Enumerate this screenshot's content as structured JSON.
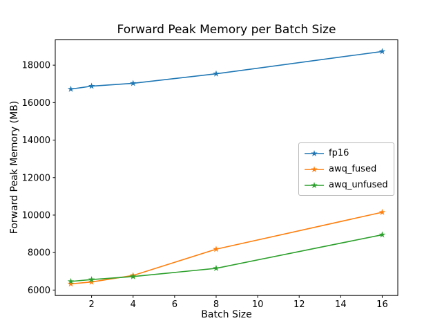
{
  "chart_data": {
    "type": "line",
    "title": "Forward Peak Memory per Batch Size",
    "xlabel": "Batch Size",
    "ylabel": "Forward Peak Memory (MB)",
    "x": [
      1,
      2,
      4,
      8,
      16
    ],
    "series": [
      {
        "name": "fp16",
        "color": "#1f77b4",
        "values": [
          16720,
          16880,
          17030,
          17540,
          18730
        ]
      },
      {
        "name": "awq_fused",
        "color": "#ff7f0e",
        "values": [
          6330,
          6430,
          6780,
          8180,
          10150
        ]
      },
      {
        "name": "awq_unfused",
        "color": "#2ca02c",
        "values": [
          6460,
          6560,
          6720,
          7160,
          8950
        ]
      }
    ],
    "xticks": [
      2,
      4,
      6,
      8,
      10,
      12,
      14,
      16
    ],
    "yticks": [
      6000,
      8000,
      10000,
      12000,
      14000,
      16000,
      18000
    ],
    "xlim": [
      0.25,
      16.75
    ],
    "ylim": [
      5710,
      19350
    ],
    "grid": false,
    "legend_position": "center right",
    "marker": "star",
    "axes_color": "#000000",
    "background_color": "#ffffff"
  }
}
